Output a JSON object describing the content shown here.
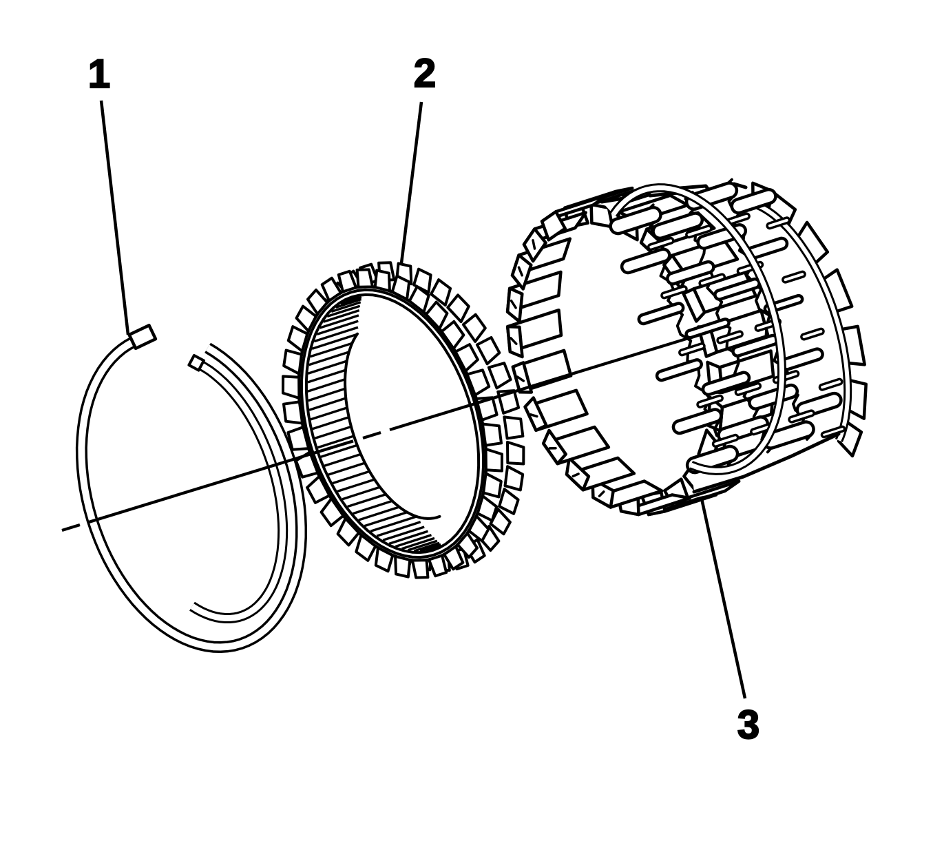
{
  "diagram": {
    "background_color": "#ffffff",
    "line_color": "#000000",
    "callouts": [
      {
        "label": "1"
      },
      {
        "label": "2"
      },
      {
        "label": "3"
      }
    ]
  }
}
